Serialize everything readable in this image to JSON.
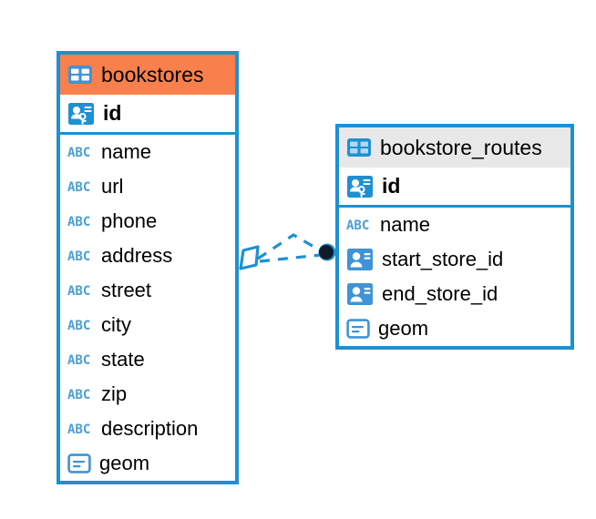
{
  "diagram": {
    "type": "entity-relationship-diagram",
    "background_color": "#ffffff",
    "accent_color": "#1e90d2",
    "highlight_color": "#f9804c",
    "header_grey": "#e8e8e8"
  },
  "entities": [
    {
      "name": "bookstores",
      "header_style": "orange",
      "table_icon": "table-icon",
      "primary_key": {
        "label": "id",
        "icon": "primary-key-icon"
      },
      "fields": [
        {
          "label": "name",
          "icon": "abc-text-icon"
        },
        {
          "label": "url",
          "icon": "abc-text-icon"
        },
        {
          "label": "phone",
          "icon": "abc-text-icon"
        },
        {
          "label": "address",
          "icon": "abc-text-icon"
        },
        {
          "label": "street",
          "icon": "abc-text-icon"
        },
        {
          "label": "city",
          "icon": "abc-text-icon"
        },
        {
          "label": "state",
          "icon": "abc-text-icon"
        },
        {
          "label": "zip",
          "icon": "abc-text-icon"
        },
        {
          "label": "description",
          "icon": "abc-text-icon"
        },
        {
          "label": "geom",
          "icon": "geometry-icon"
        }
      ]
    },
    {
      "name": "bookstore_routes",
      "header_style": "grey",
      "table_icon": "table-icon",
      "primary_key": {
        "label": "id",
        "icon": "primary-key-icon"
      },
      "fields": [
        {
          "label": "name",
          "icon": "abc-text-icon"
        },
        {
          "label": "start_store_id",
          "icon": "foreign-key-icon"
        },
        {
          "label": "end_store_id",
          "icon": "foreign-key-icon"
        },
        {
          "label": "geom",
          "icon": "geometry-icon"
        }
      ]
    }
  ],
  "relationship": {
    "from_entity": "bookstores",
    "to_entity": "bookstore_routes",
    "line_style": "dashed",
    "line_color": "#1e90d2",
    "source_endpoint": "diamond-open-icon",
    "target_endpoint": "filled-circle-icon",
    "branches": 2
  }
}
